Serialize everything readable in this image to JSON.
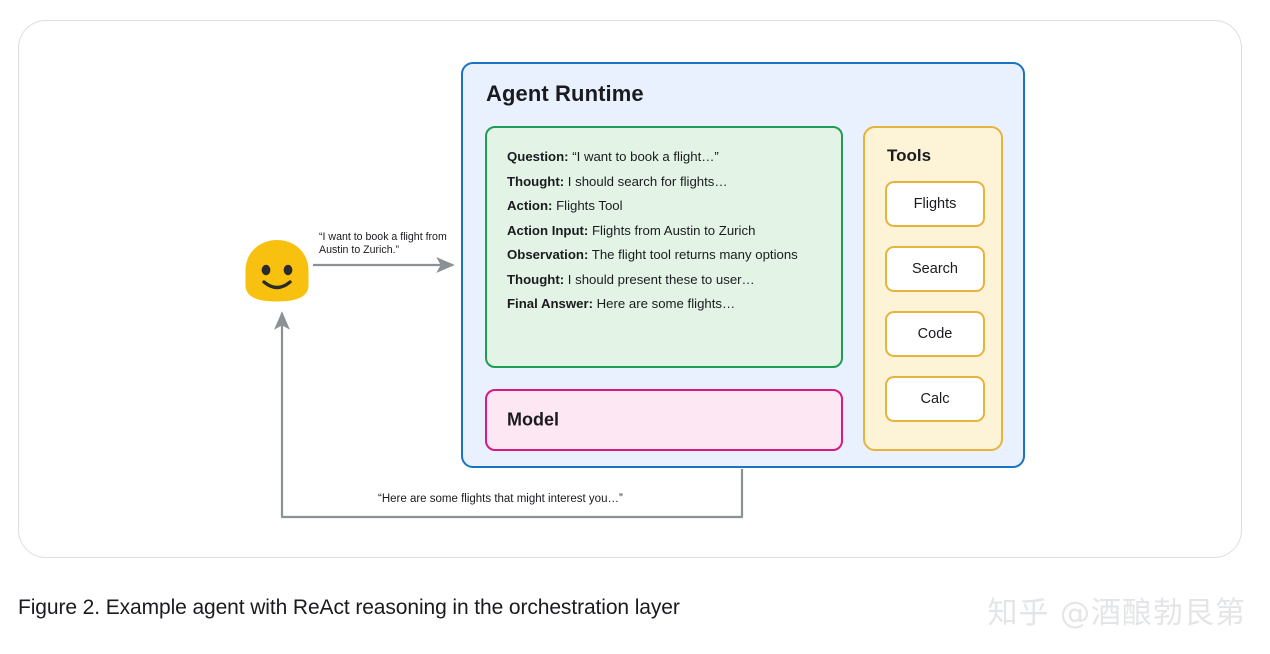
{
  "figure": {
    "caption": "Figure 2. Example agent with ReAct reasoning in the orchestration layer",
    "watermark": "知乎 @酒酿勃艮第"
  },
  "agent_runtime": {
    "title": "Agent Runtime",
    "border_color": "#1a73c4",
    "fill_color": "#e8f1fd"
  },
  "react_box": {
    "border_color": "#1f9d55",
    "fill_color": "#e3f4e7",
    "lines": [
      {
        "label": "Question:",
        "text": "“I want to book a flight…”"
      },
      {
        "label": "Thought:",
        "text": "I should search for flights…"
      },
      {
        "label": "Action:",
        "text": "Flights Tool"
      },
      {
        "label": "Action Input:",
        "text": "Flights from Austin to Zurich"
      },
      {
        "label": "Observation:",
        "text": "The flight tool returns many options"
      },
      {
        "label": "Thought:",
        "text": "I should present these to user…"
      },
      {
        "label": "Final Answer:",
        "text": "Here are some flights…"
      }
    ]
  },
  "model_box": {
    "title": "Model",
    "border_color": "#d81b7f",
    "fill_color": "#fde7f3"
  },
  "tools_panel": {
    "title": "Tools",
    "border_color": "#e8b33c",
    "fill_color": "#fdf3d7",
    "tools": [
      {
        "label": "Flights"
      },
      {
        "label": "Search"
      },
      {
        "label": "Code"
      },
      {
        "label": "Calc"
      }
    ]
  },
  "user": {
    "icon": "smiling-face-emoji",
    "face_color": "#f9c10f"
  },
  "flows": {
    "request_label": "“I want to book a flight from Austin to Zurich.”",
    "response_label": "“Here are some flights that might interest you…”",
    "arrow_color": "#8c9196"
  }
}
